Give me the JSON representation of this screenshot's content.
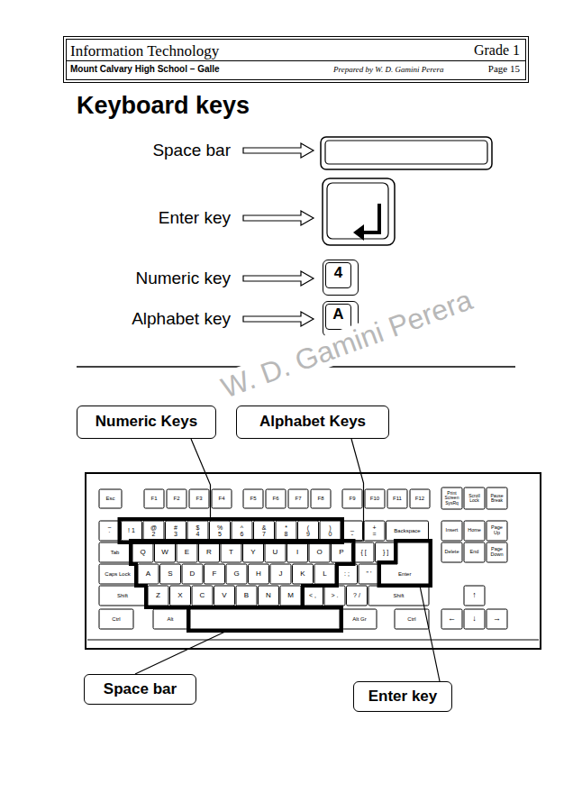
{
  "diagram": {
    "title": "Keyboard keys",
    "nodes": [
      {
        "text": [
          "Information Technology",
          "Grade 1",
          "Mount Calvary High School – Galle",
          "Prepared by W. D. Gamini Perera",
          "Page 15"
        ]
      },
      {
        "text": [
          "4"
        ]
      },
      {
        "text": [
          "A"
        ]
      },
      {
        "text": [
          "Numeric Keys"
        ]
      },
      {
        "text": [
          "Alphabet Keys"
        ]
      },
      {
        "text": [
          "Space bar"
        ]
      },
      {
        "text": [
          "Enter key"
        ]
      }
    ],
    "labels": [
      "Space bar",
      "Enter key",
      "Numeric key",
      "Alphabet key",
      "W. D. Gamini Perera",
      "Esc",
      "F1",
      "F2",
      "F3",
      "F4",
      "F5",
      "F6",
      "F7",
      "F8",
      "F9",
      "F10",
      "F11",
      "F12",
      "Print Screen SysRq",
      "Scroll Lock",
      "Pause Break",
      "~ `",
      "! 1",
      "@ 2",
      "# 3",
      "$ 4",
      "% 5",
      "^ 6",
      "& 7",
      "* 8",
      "( 9",
      ") 0",
      "_ -",
      "+ =",
      "Backspace",
      "Insert",
      "Home",
      "Page Up",
      "Tab",
      "Q",
      "W",
      "E",
      "R",
      "T",
      "Y",
      "U",
      "I",
      "O",
      "P",
      "{ [",
      "} ]",
      "Delete",
      "End",
      "Page Down",
      "Caps Lock",
      "A",
      "S",
      "D",
      "F",
      "G",
      "H",
      "J",
      "K",
      "L",
      ": ;",
      "\" '",
      "Enter",
      "Shift",
      "Z",
      "X",
      "C",
      "V",
      "B",
      "N",
      "M",
      "< ,",
      "> .",
      "? /",
      "Shift",
      "↑",
      "Ctrl",
      "Alt",
      "Alt Gr",
      "Ctrl",
      "←",
      "↓",
      "→"
    ]
  }
}
